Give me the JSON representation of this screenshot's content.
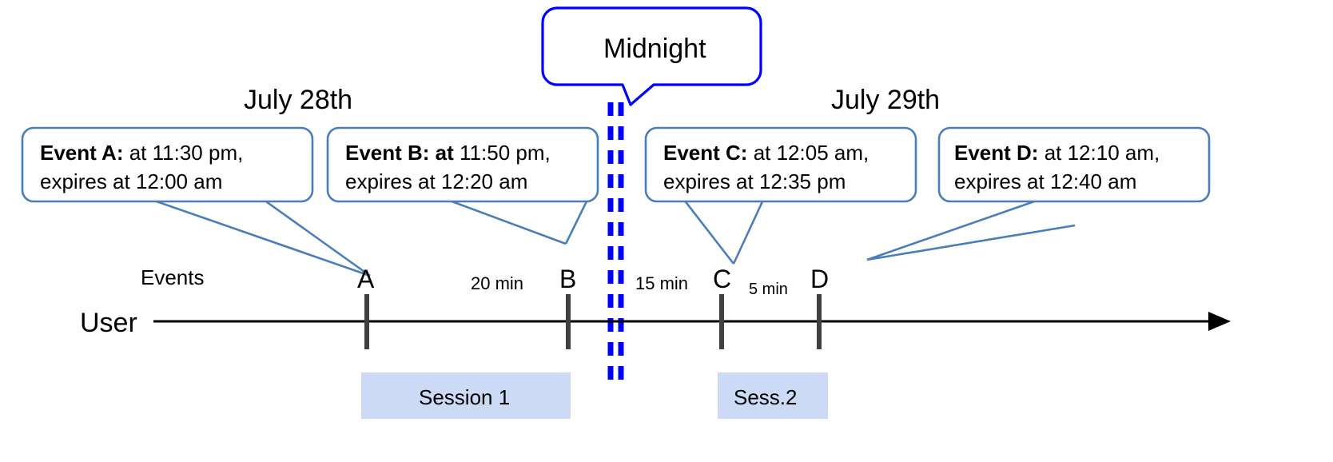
{
  "diagram": {
    "title_dates": {
      "left": "July 28th",
      "right": "July 29th"
    },
    "midnight_callout": {
      "label": "Midnight"
    },
    "axis": {
      "row_label": "User",
      "events_label": "Events"
    },
    "callouts": [
      {
        "id": "event-a",
        "bold": "Event A:",
        "line1_rest": " at 11:30 pm,",
        "line2": "expires at 12:00 am"
      },
      {
        "id": "event-b",
        "bold": "Event B: at",
        "line1_rest": " 11:50 pm,",
        "line2": "expires at 12:20 am"
      },
      {
        "id": "event-c",
        "bold": "Event C:",
        "line1_rest": " at 12:05 am,",
        "line2": "expires at 12:35 pm"
      },
      {
        "id": "event-d",
        "bold": "Event D:",
        "line1_rest": "  at 12:10 am,",
        "line2": "expires at 12:40 am"
      }
    ],
    "event_markers": [
      {
        "id": "marker-a",
        "label": "A"
      },
      {
        "id": "marker-b",
        "label": "B"
      },
      {
        "id": "marker-c",
        "label": "C"
      },
      {
        "id": "marker-d",
        "label": "D"
      }
    ],
    "gap_labels": [
      {
        "id": "gap-ab",
        "label": "20 min"
      },
      {
        "id": "gap-bc",
        "label": "15 min"
      },
      {
        "id": "gap-cd",
        "label": "5 min"
      }
    ],
    "sessions": [
      {
        "id": "session-1",
        "label": "Session 1"
      },
      {
        "id": "session-2",
        "label": "Sess.2"
      }
    ],
    "colors": {
      "callout_border": "#4a7ebb",
      "midnight_border": "#0000ff",
      "midnight_dash": "#0000ff",
      "session_fill": "#ccdaf5",
      "tick": "#404040",
      "axis": "#000000",
      "text": "#000000"
    }
  }
}
